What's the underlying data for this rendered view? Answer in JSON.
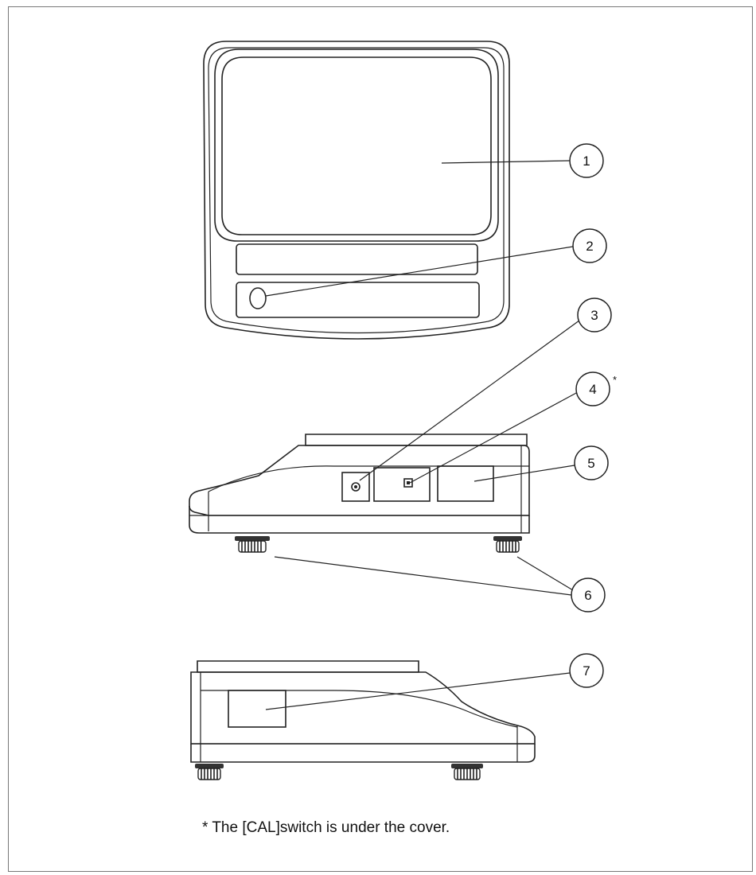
{
  "callouts": [
    {
      "id": "1",
      "label": "1"
    },
    {
      "id": "2",
      "label": "2"
    },
    {
      "id": "3",
      "label": "3"
    },
    {
      "id": "4",
      "label": "4"
    },
    {
      "id": "5",
      "label": "5"
    },
    {
      "id": "6",
      "label": "6"
    },
    {
      "id": "7",
      "label": "7"
    }
  ],
  "callout_4_marker": "*",
  "footnote": "* The [CAL]switch is under the cover."
}
